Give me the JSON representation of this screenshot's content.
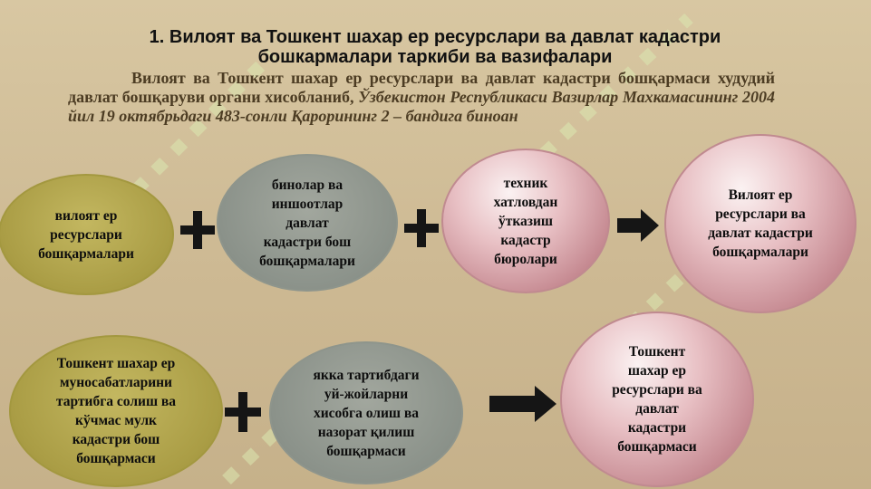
{
  "title": {
    "line1": "1. Вилоят ва Тошкент шахар ер ресурслари ва давлат кадастри",
    "line2": "бошкармалари таркиби ва вазифалари"
  },
  "intro": {
    "plain": "Вилоят ва Тошкент шахар ер ресурслари ва давлат кадастри бошқармаси худудий давлат бошқаруви органи хисобланиб, ",
    "italic": "Ўзбекистон Республикаси Вазирлар Махкамасининг 2004 йил 19 октябрьдаги 483-сонли Қарорининг 2 – бандига биноан"
  },
  "row1": {
    "n1": [
      "вилоят ер",
      "ресурслари",
      "бошқармалари"
    ],
    "n2": [
      "бинолар ва",
      "иншоотлар",
      "давлат",
      "кадастри бош",
      "бошқармалари"
    ],
    "n3": [
      "техник",
      "хатловдан",
      "ўтказиш",
      "кадастр",
      "бюролари"
    ],
    "result": [
      "Вилоят ер",
      "ресурслари ва",
      "давлат кадастри",
      "бошқармалари"
    ]
  },
  "row2": {
    "n1": [
      "Тошкент шахар ер",
      "муносабатларини",
      "тартибга солиш ва",
      "кўчмас мулк",
      "кадастри бош",
      "бошқармаси"
    ],
    "n2": [
      "якка тартибдаги",
      "уй-жойларни",
      "хисобга олиш ва",
      "назорат қилиш",
      "бошқармаси"
    ],
    "result": [
      "Тошкент",
      "шахар ер",
      "ресурслари ва",
      "давлат",
      "кадастри",
      "бошқармаси"
    ]
  },
  "colors": {
    "olive": "#aa9d45",
    "grey": "#8b928a",
    "pink": "#c2848c",
    "symbol": "#151515"
  }
}
